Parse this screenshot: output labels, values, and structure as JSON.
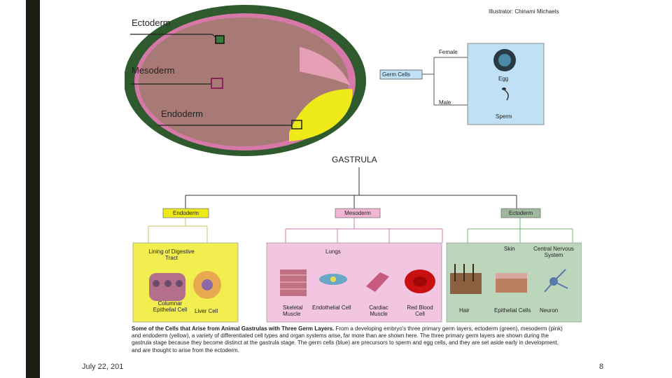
{
  "credit": "Illustrator: Chinami Michaels",
  "embryo_labels": {
    "ectoderm": "Ectoderm",
    "mesoderm": "Mesoderm",
    "endoderm": "Endoderm"
  },
  "germ_cells": {
    "label": "Germ Cells",
    "female": "Female",
    "male": "Male",
    "egg": "Egg",
    "sperm": "Sperm"
  },
  "gastrula_title": "GASTRULA",
  "layers": {
    "endoderm": "Endoderm",
    "mesoderm": "Mesoderm",
    "ectoderm": "Ectoderm"
  },
  "endoderm_panel": {
    "lining": "Lining of Digestive Tract",
    "columnar": "Columnar Epithelial Cell",
    "liver": "Liver Cell"
  },
  "mesoderm_panel": {
    "lungs": "Lungs",
    "skeletal": "Skeletal Muscle",
    "endothelial": "Endothelial Cell",
    "cardiac": "Cardiac Muscle",
    "rbc": "Red Blood Cell"
  },
  "ectoderm_panel": {
    "skin": "Skin",
    "cns": "Central Nervous System",
    "hair": "Hair",
    "epithelial": "Epithelial Cells",
    "neuron": "Neuron"
  },
  "caption": {
    "bold": "Some of the Cells that Arise from Animal Gastrulas with Three Germ Layers.",
    "text": " From a developing embryo's three primary germ layers, ectoderm (green), mesoderm (pink) and endoderm (yellow), a variety of differentiated cell types and organ systems arise, far more than are shown here. The three primary germ layers are shown during the gastrula stage because they become distinct at the gastrula stage. The germ cells (blue) are precursors to sperm and egg cells, and they are set aside early in development, and are thought to arise from the ectoderm."
  },
  "footer": {
    "date": "July 22, 201",
    "page": "8"
  },
  "colors": {
    "ectoderm": "#2e5a2e",
    "mesoderm": "#d678a8",
    "endoderm": "#eeea1a",
    "germ": "#bfe0f5"
  }
}
